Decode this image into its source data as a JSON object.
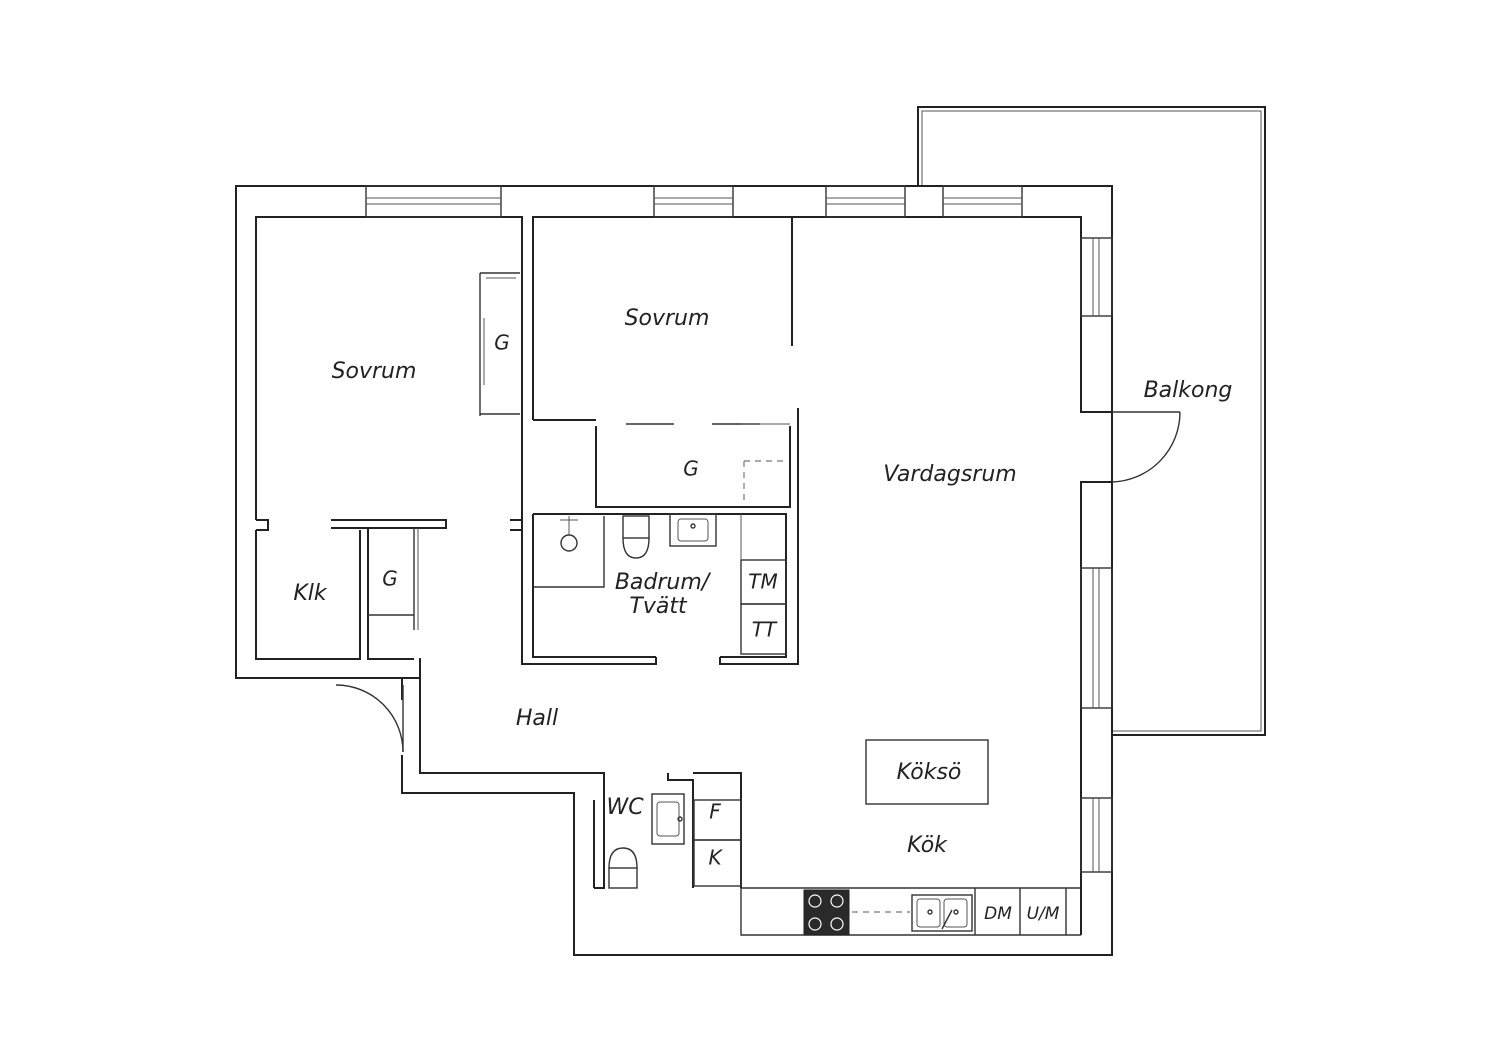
{
  "floorplan": {
    "rooms": {
      "sovrum_left": "Sovrum",
      "sovrum_top": "Sovrum",
      "vardagsrum": "Vardagsrum",
      "balkong": "Balkong",
      "hall": "Hall",
      "klk": "Klk",
      "badrum_line1": "Badrum/",
      "badrum_line2": "Tvätt",
      "wc": "WC",
      "kok": "Kök",
      "kokso": "Köksö"
    },
    "fixtures": {
      "g_left": "G",
      "g_mid": "G",
      "g_small": "G",
      "tm": "TM",
      "tt": "TT",
      "f": "F",
      "k": "K",
      "dm": "DM",
      "um": "U/M"
    },
    "colors": {
      "wall": "#222222",
      "stove": "#2a2a2a",
      "background": "#ffffff"
    }
  }
}
